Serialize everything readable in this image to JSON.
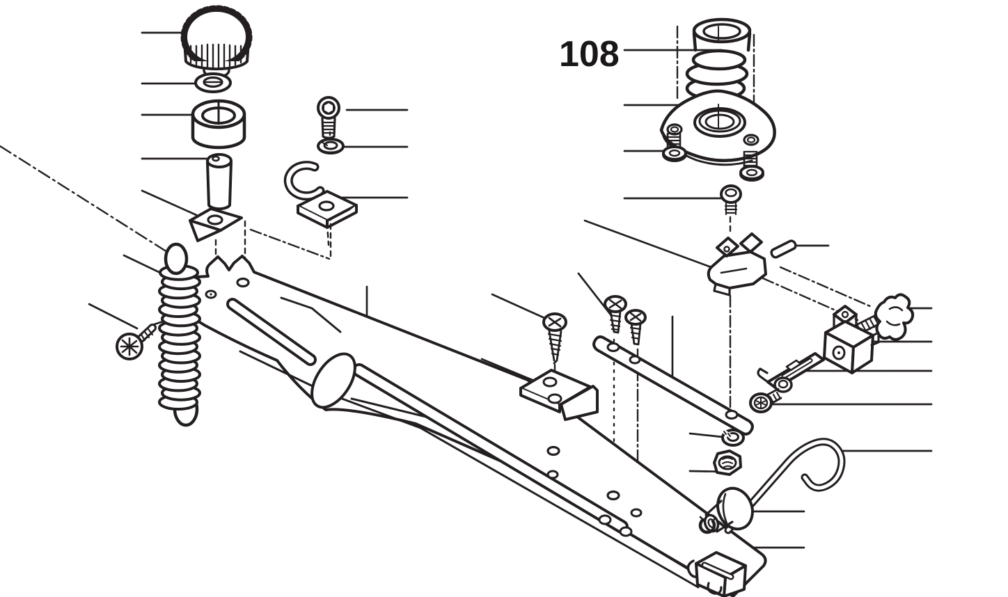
{
  "figure": {
    "part_label": "108"
  },
  "colors": {
    "line": "#231f20",
    "background": "#ffffff"
  },
  "parts": [
    "knurled-knob",
    "flat-washer",
    "slotted-bushing",
    "roller-pin",
    "wedge-block",
    "socket-head-screw",
    "lock-washer",
    "u-clamp-bracket",
    "bellows-grommet",
    "flange-plate",
    "flange-screw-left",
    "flange-screw-right",
    "small-socket-screw",
    "cable-clamp",
    "dowel-pin",
    "wing-knob",
    "pivot-block",
    "latch-plate",
    "collar-washer",
    "torx-screw",
    "tension-spring",
    "phillips-screw",
    "tapping-screw",
    "pan-head-screw-front",
    "pan-head-screw-rear",
    "angle-bracket",
    "link-strip",
    "main-arm",
    "split-washer",
    "hex-nut",
    "wire-handle",
    "pivot-stud",
    "c-clip",
    "arm-end-block"
  ]
}
